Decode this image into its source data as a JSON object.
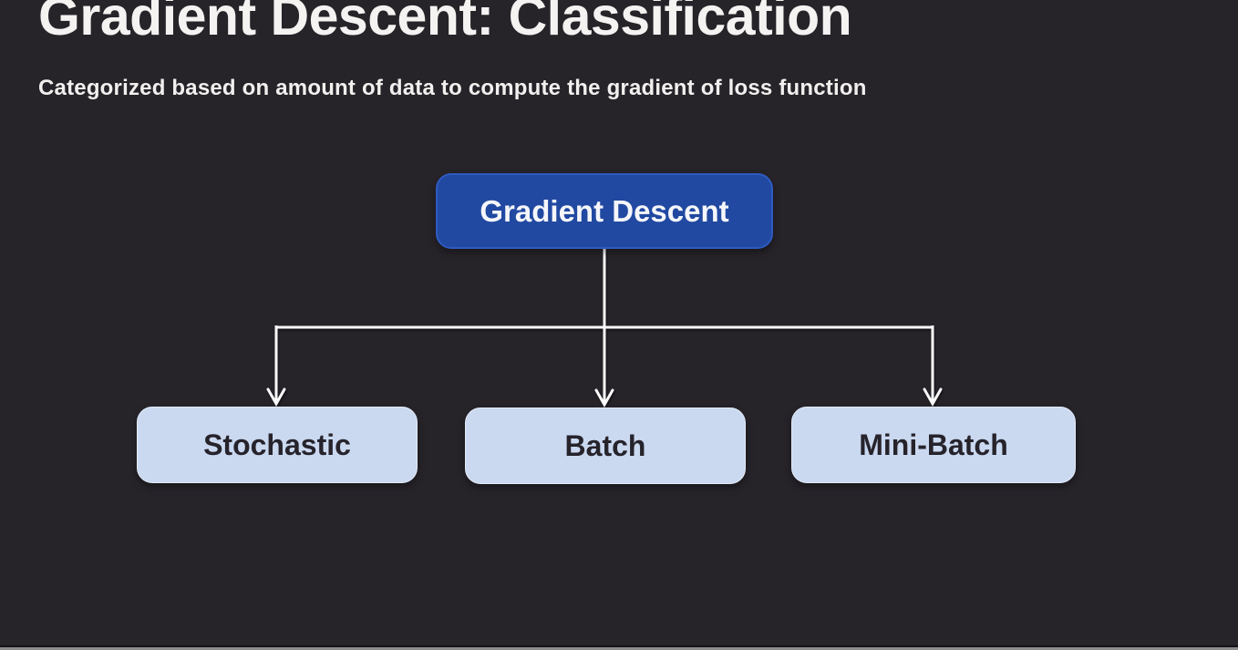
{
  "page": {
    "title": "Gradient Descent: Classification",
    "subtitle": "Categorized based on amount of data to compute the gradient of loss function"
  },
  "diagram": {
    "type": "tree",
    "root": {
      "label": "Gradient Descent"
    },
    "children": [
      {
        "label": "Stochastic"
      },
      {
        "label": "Batch"
      },
      {
        "label": "Mini-Batch"
      }
    ]
  },
  "colors": {
    "background": "#262329",
    "root_node_fill": "#2149A1",
    "root_node_border": "#2E5BC0",
    "root_node_text": "#F5F6FA",
    "child_node_fill": "#CAD9F0",
    "child_node_text": "#26232B",
    "connector": "#FAFAFA",
    "heading_text": "#F5F3F1",
    "bottom_bar": "#8C8C8C"
  }
}
